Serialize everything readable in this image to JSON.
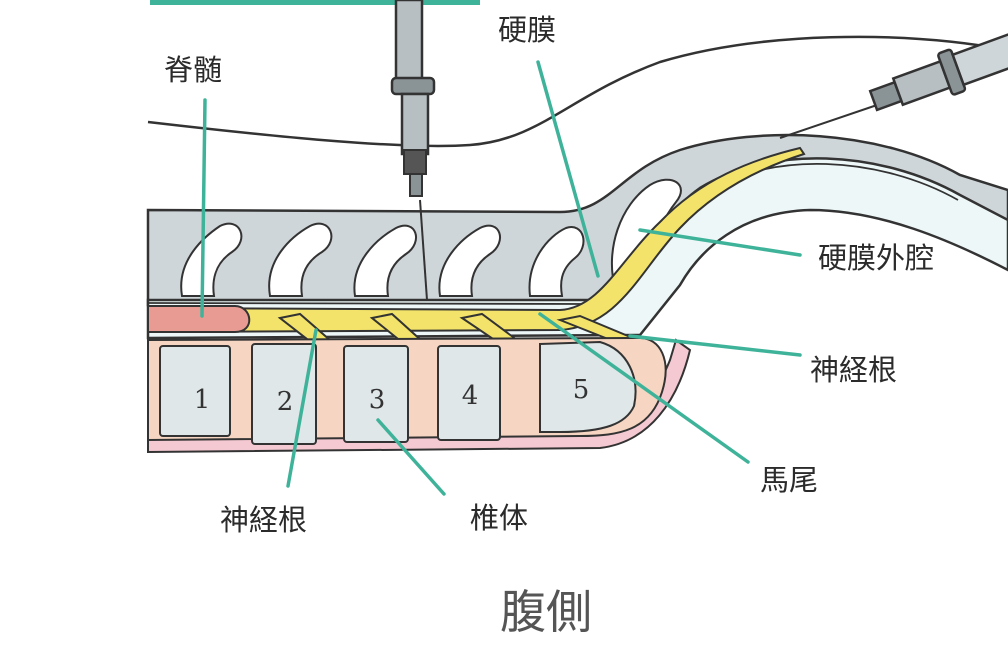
{
  "labels": {
    "spinal_cord": "脊髄",
    "dura": "硬膜",
    "epidural_space": "硬膜外腔",
    "nerve_root_right": "神経根",
    "cauda_equina": "馬尾",
    "nerve_root_bottom": "神経根",
    "vertebral_body": "椎体",
    "ventral_side": "腹側"
  },
  "vertebrae": [
    "1",
    "2",
    "3",
    "4",
    "5"
  ],
  "colors": {
    "leader": "#3fb39a",
    "nerve": "#f3e36a",
    "spinal_cord": "#e79b93",
    "bone": "#dfe7e8",
    "disc": "#f6d6c2",
    "ventral_tissue": "#f4c9d2",
    "csf": "#eef7f8"
  }
}
